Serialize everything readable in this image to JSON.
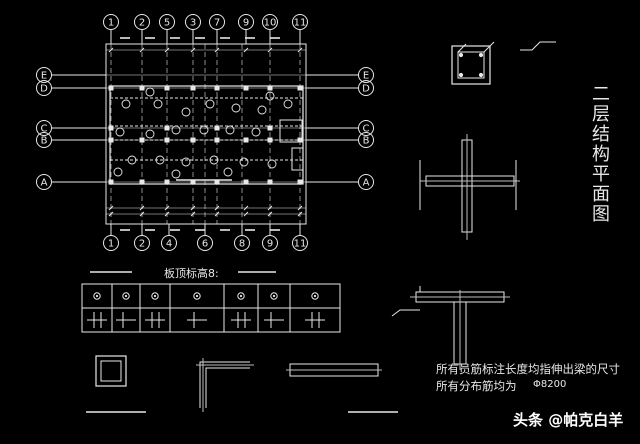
{
  "drawing": {
    "title": "二层结构平面图",
    "top_axes": [
      "1",
      "2",
      "5",
      "3",
      "7",
      "9",
      "10",
      "11"
    ],
    "bottom_axes": [
      "1",
      "2",
      "4",
      "6",
      "8",
      "9",
      "11"
    ],
    "left_axes": [
      "E",
      "D",
      "C",
      "B",
      "A"
    ],
    "right_axes": [
      "E",
      "D",
      "C",
      "B",
      "A"
    ],
    "slab_label": "板顶标高8:",
    "note_line_1": "所有员筋标注长度均指伸出梁的尺寸",
    "note_line_2": "所有分布筋均为",
    "note_value": "Φ8200"
  },
  "watermark": "头条 @帕克白羊",
  "colors": {
    "background": "#000000",
    "lines": "#e8e8e8",
    "rebar": "#bdbdbd"
  }
}
